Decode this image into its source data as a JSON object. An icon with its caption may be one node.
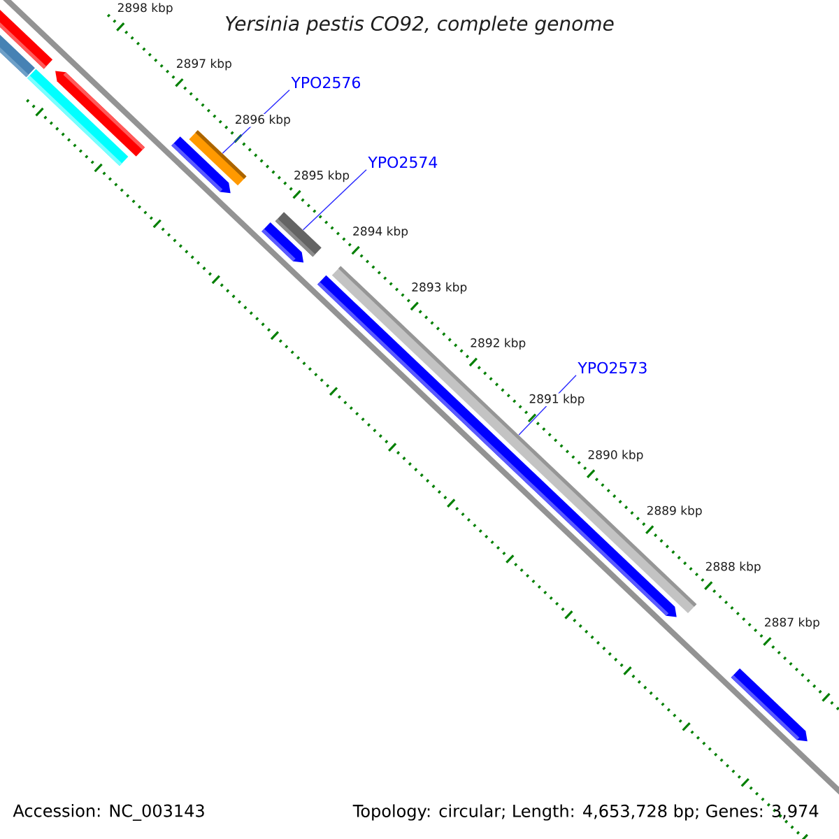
{
  "diagram": {
    "title": "Yersinia pestis CO92, complete genome",
    "nodes": [
      {
        "text": [
          "YPO2576"
        ]
      },
      {
        "text": [
          "YPO2574"
        ]
      },
      {
        "text": [
          "YPO2573"
        ]
      },
      {
        "text": [],
        "shape": "bar"
      },
      {
        "text": [],
        "shape": "bar"
      },
      {
        "text": [],
        "shape": "bar"
      }
    ],
    "edges": [
      {
        "from": 0,
        "to": 3,
        "arrow": "none"
      },
      {
        "from": 1,
        "to": 4,
        "arrow": "none"
      },
      {
        "from": 2,
        "to": 5,
        "arrow": "none"
      }
    ],
    "labels": [
      "2898 kbp",
      "2897 kbp",
      "2896 kbp",
      "2895 kbp",
      "2894 kbp",
      "2893 kbp",
      "2892 kbp",
      "2891 kbp",
      "2890 kbp",
      "2889 kbp",
      "2888 kbp",
      "2887 kbp",
      "Accession: NC_003143",
      "Topology: circular; Length: 4,653,728 bp; Genes: 3,974"
    ]
  }
}
